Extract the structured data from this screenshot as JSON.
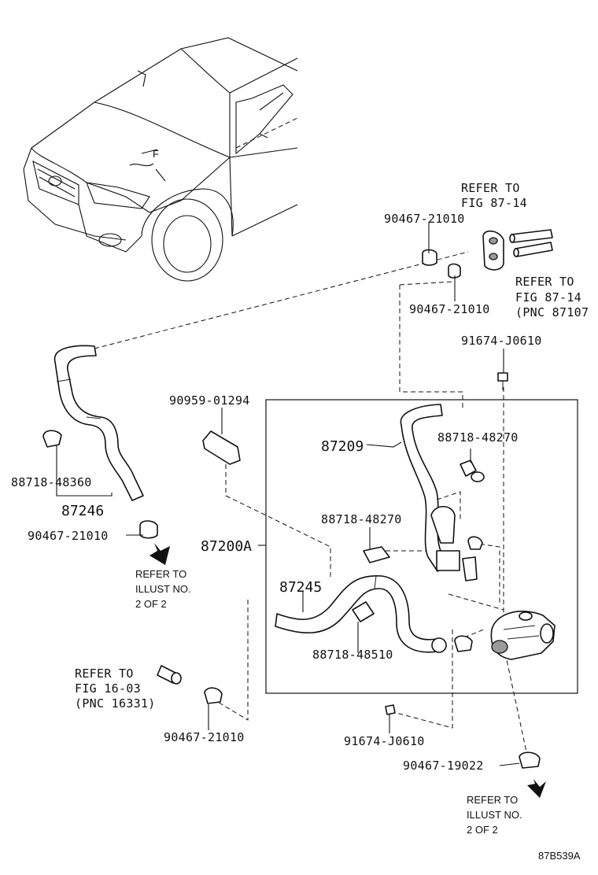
{
  "diagram_id": "87B539A",
  "callouts": {
    "c_90467_21010_top": "90467-21010",
    "c_90467_21010_mid": "90467-21010",
    "c_refer_87_14_a_l1": "REFER TO",
    "c_refer_87_14_a_l2": "FIG 87-14",
    "c_refer_87_14_b_l1": "REFER TO",
    "c_refer_87_14_b_l2": "FIG 87-14",
    "c_refer_87_14_b_l3": "(PNC 87107",
    "c_91674_j0610_top": "91674-J0610",
    "c_90959_01294": "90959-01294",
    "c_87209": "87209",
    "c_88718_48270_top": "88718-48270",
    "c_88718_48360": "88718-48360",
    "c_87246": "87246",
    "c_90467_21010_left": "90467-21010",
    "c_87200a": "87200A",
    "c_88718_48270_mid": "88718-48270",
    "c_87245": "87245",
    "c_88718_48510": "88718-48510",
    "c_refer_16_03_l1": "REFER TO",
    "c_refer_16_03_l2": "FIG 16-03",
    "c_refer_16_03_l3": "(PNC 16331)",
    "c_90467_21010_bottom": "90467-21010",
    "c_91674_j0610_bottom": "91674-J0610",
    "c_90467_19022": "90467-19022"
  },
  "notes": {
    "left_l1": "REFER TO",
    "left_l2": "ILLUST NO.",
    "left_l3": "2 OF 2",
    "right_l1": "REFER TO",
    "right_l2": "ILLUST NO.",
    "right_l3": "2 OF 2"
  },
  "icons": [
    "vehicle-illustration",
    "heater-hose",
    "hose-clamp",
    "water-valve",
    "grommet",
    "bolt",
    "bracket",
    "arrow-down-icon"
  ]
}
